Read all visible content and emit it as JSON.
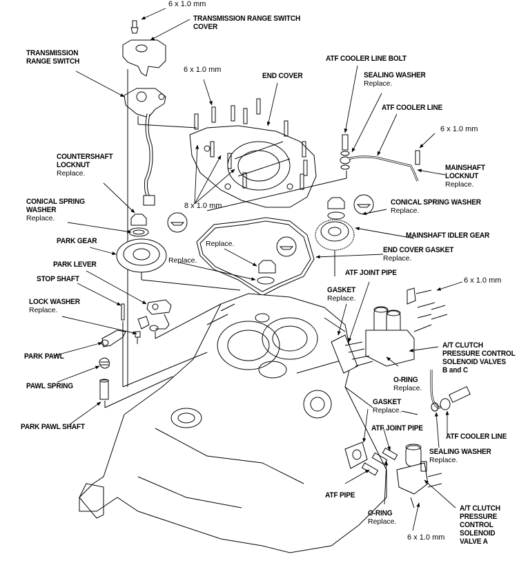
{
  "diagram": {
    "title": "Transmission End Cover Exploded View",
    "labels": {
      "spec_top": "6 x 1.0 mm",
      "trs_cover": [
        "TRANSMISSION RANGE SWITCH",
        "COVER"
      ],
      "trs": [
        "TRANSMISSION",
        "RANGE SWITCH"
      ],
      "spec_endcover": "6 x 1.0 mm",
      "end_cover": "END COVER",
      "atf_cooler_line_bolt": "ATF COOLER LINE BOLT",
      "sealing_washer_top": "SEALING WASHER",
      "sealing_washer_top_note": "Replace.",
      "atf_cooler_line_top": "ATF COOLER LINE",
      "spec_coolerline": "6 x 1.0 mm",
      "countershaft_locknut": [
        "COUNTERSHAFT",
        "LOCKNUT"
      ],
      "countershaft_locknut_note": "Replace.",
      "spec_8": "8 x 1.0 mm",
      "mainshaft_locknut": [
        "MAINSHAFT",
        "LOCKNUT"
      ],
      "mainshaft_locknut_note": "Replace.",
      "conical_spring_washer_left": [
        "CONICAL SPRING",
        "WASHER"
      ],
      "conical_spring_washer_left_note": "Replace.",
      "conical_spring_washer_right": "CONICAL SPRING WASHER",
      "conical_spring_washer_right_note": "Replace.",
      "mainshaft_idler_gear": "MAINSHAFT IDLER GEAR",
      "park_gear": "PARK GEAR",
      "replace_mid1": "Replace.",
      "replace_mid2": "Replace.",
      "end_cover_gasket": "END COVER GASKET",
      "end_cover_gasket_note": "Replace.",
      "park_lever": "PARK LEVER",
      "stop_shaft": "STOP SHAFT",
      "lock_washer": "LOCK WASHER",
      "lock_washer_note": "Replace.",
      "atf_joint_pipe_top": "ATF JOINT PIPE",
      "gasket_top": "GASKET",
      "gasket_top_note": "Replace.",
      "spec_solenoid_bc": "6 x 1.0 mm",
      "park_pawl": "PARK PAWL",
      "pawl_spring": "PAWL SPRING",
      "park_pawl_shaft": "PARK PAWL SHAFT",
      "solenoid_bc": [
        "A/T CLUTCH",
        "PRESSURE CONTROL",
        "SOLENOID VALVES",
        "B and C"
      ],
      "oring_top": "O-RING",
      "oring_top_note": "Replace.",
      "gasket_bottom": "GASKET",
      "gasket_bottom_note": "Replace.",
      "atf_joint_pipe_bottom": "ATF JOINT PIPE",
      "atf_cooler_line_bottom": "ATF COOLER LINE",
      "sealing_washer_bottom": "SEALING WASHER",
      "sealing_washer_bottom_note": "Replace.",
      "atf_pipe": "ATF PIPE",
      "oring_bottom": "O-RING",
      "oring_bottom_note": "Replace.",
      "spec_solenoid_a": "6 x 1.0 mm",
      "solenoid_a": [
        "A/T CLUTCH",
        "PRESSURE",
        "CONTROL",
        "SOLENOID",
        "VALVE A"
      ]
    }
  }
}
